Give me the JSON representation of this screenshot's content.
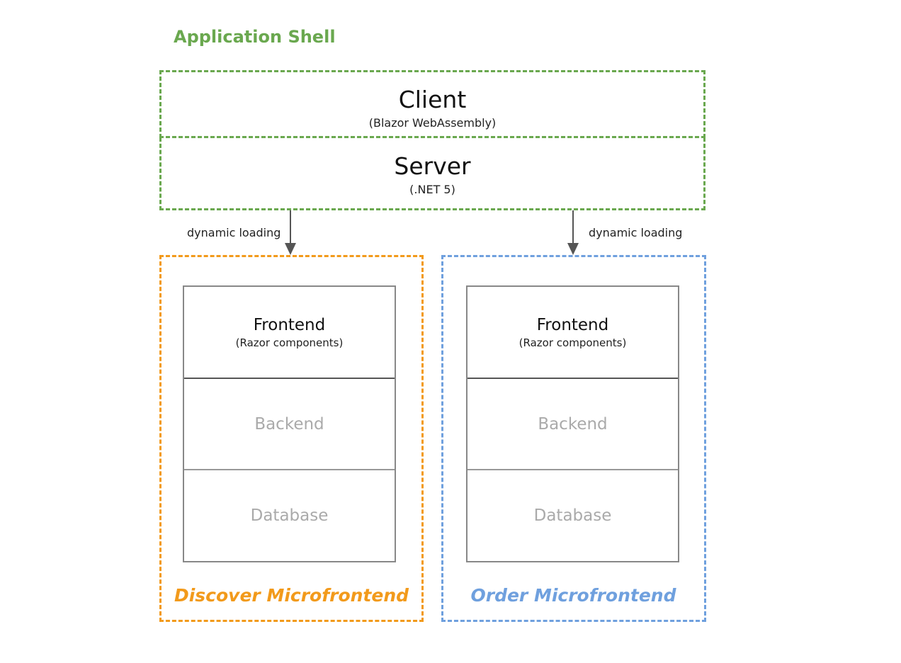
{
  "shell": {
    "title": "Application Shell",
    "client": {
      "heading": "Client",
      "sub": "(Blazor WebAssembly)"
    },
    "server": {
      "heading": "Server",
      "sub": "(.NET 5)"
    }
  },
  "edges": [
    {
      "label": "dynamic loading",
      "from": "server",
      "to": "discover"
    },
    {
      "label": "dynamic loading",
      "from": "server",
      "to": "order"
    }
  ],
  "microfrontends": [
    {
      "title": "Discover Microfrontend",
      "color": "#f29a1b",
      "layers": {
        "frontend": {
          "heading": "Frontend",
          "sub": "(Razor components)"
        },
        "backend": "Backend",
        "database": "Database"
      }
    },
    {
      "title": "Order Microfrontend",
      "color": "#6fa0de",
      "layers": {
        "frontend": {
          "heading": "Frontend",
          "sub": "(Razor components)"
        },
        "backend": "Backend",
        "database": "Database"
      }
    }
  ],
  "colors": {
    "shell": "#6aa84f",
    "arrow": "#555555"
  }
}
